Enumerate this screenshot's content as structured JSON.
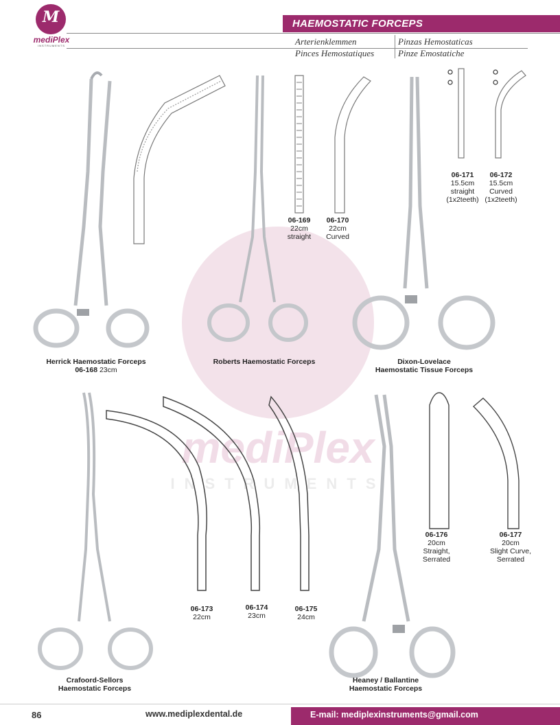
{
  "brand": {
    "name": "mediPlex",
    "sub": "INSTRUMENTS",
    "watermark_name": "mediPlex",
    "watermark_sub": "INSTRUMENTS"
  },
  "header": {
    "title": "HAEMOSTATIC FORCEPS",
    "lang_de": "Arterienklemmen",
    "lang_es": "Pinzas Hemostaticas",
    "lang_fr": "Pinces Hemostatiques",
    "lang_it": "Pinze Emostatiche"
  },
  "products": {
    "p168": {
      "name": "Herrick Haemostatic Forceps",
      "code": "06-168",
      "size": "23cm"
    },
    "p169": {
      "code": "06-169",
      "size": "22cm",
      "type": "straight"
    },
    "p170": {
      "code": "06-170",
      "size": "22cm",
      "type": "Curved"
    },
    "roberts": {
      "name": "Roberts Haemostatic Forceps"
    },
    "p171": {
      "code": "06-171",
      "size": "15.5cm",
      "type": "straight",
      "teeth": "(1x2teeth)"
    },
    "p172": {
      "code": "06-172",
      "size": "15.5cm",
      "type": "Curved",
      "teeth": "(1x2teeth)"
    },
    "dixon": {
      "name_line1": "Dixon-Lovelace",
      "name_line2": "Haemostatic Tissue Forceps"
    },
    "crafoord": {
      "name_line1": "Crafoord-Sellors",
      "name_line2": "Haemostatic Forceps"
    },
    "p173": {
      "code": "06-173",
      "size": "22cm"
    },
    "p174": {
      "code": "06-174",
      "size": "23cm"
    },
    "p175": {
      "code": "06-175",
      "size": "24cm"
    },
    "p176": {
      "code": "06-176",
      "size": "20cm",
      "type": "Straight,",
      "detail": "Serrated"
    },
    "p177": {
      "code": "06-177",
      "size": "20cm",
      "type": "Slight Curve,",
      "detail": "Serrated"
    },
    "heaney": {
      "name_line1": "Heaney / Ballantine",
      "name_line2": "Haemostatic Forceps"
    }
  },
  "footer": {
    "page": "86",
    "website": "www.mediplexdental.de",
    "email": "E-mail: mediplexinstruments@gmail.com"
  },
  "colors": {
    "accent": "#9c2a6c",
    "watermark": "#f1dce7",
    "steel": "#b9bcc0"
  }
}
